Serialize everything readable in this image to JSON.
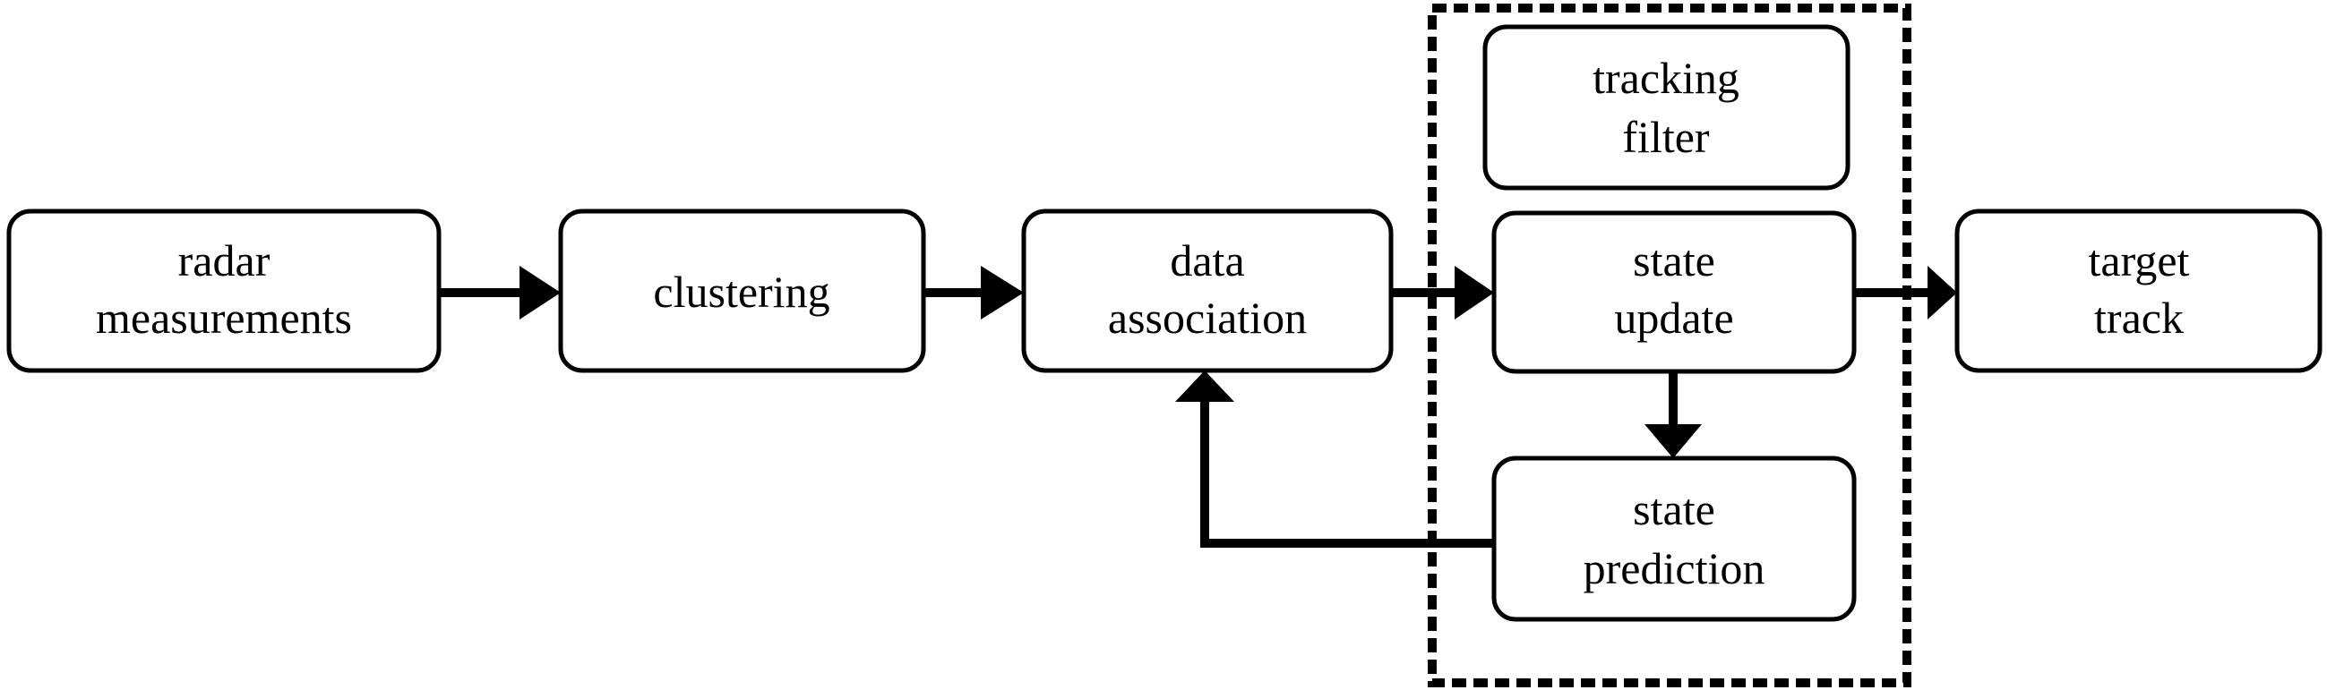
{
  "nodes": {
    "radar": {
      "line1": "radar",
      "line2": "measurements"
    },
    "clustering": {
      "line1": "clustering"
    },
    "association": {
      "line1": "data",
      "line2": "association"
    },
    "filter": {
      "line1": "tracking",
      "line2": "filter"
    },
    "update": {
      "line1": "state",
      "line2": "update"
    },
    "prediction": {
      "line1": "state",
      "line2": "prediction"
    },
    "track": {
      "line1": "target",
      "line2": "track"
    }
  },
  "edges": [
    {
      "from": "radar measurements",
      "to": "clustering"
    },
    {
      "from": "clustering",
      "to": "data association"
    },
    {
      "from": "data association",
      "to": "state update"
    },
    {
      "from": "state update",
      "to": "target track"
    },
    {
      "from": "state update",
      "to": "state prediction"
    },
    {
      "from": "state prediction",
      "to": "data association"
    }
  ]
}
